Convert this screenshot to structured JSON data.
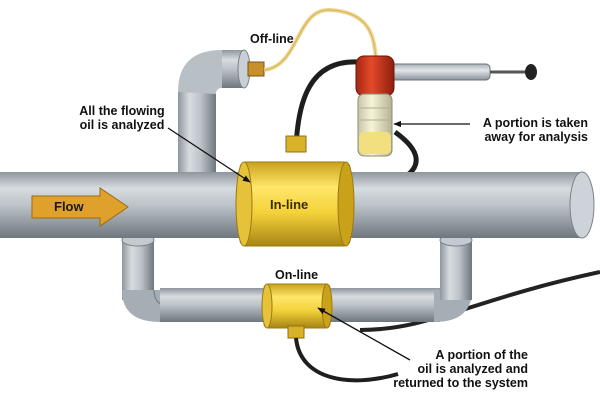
{
  "diagram": {
    "labels": {
      "offline": "Off-line",
      "all_flowing_line1": "All the flowing",
      "all_flowing_line2": "oil is analyzed",
      "portion_taken_line1": "A portion is taken",
      "portion_taken_line2": "away for analysis",
      "flow": "Flow",
      "inline": "In-line",
      "online": "On-line",
      "portion_returned_line1": "A portion of the",
      "portion_returned_line2": "oil is analyzed and",
      "portion_returned_line3": "returned to the system"
    },
    "colors": {
      "pipe": "#b9c0c6",
      "pipe_dark": "#7f878e",
      "analyzer": "#f4d23a",
      "analyzer_dark": "#c9a21a",
      "flow_arrow": "#e0a12c",
      "hose": "#1c1c1c",
      "tube": "#f1d98a",
      "cap": "#d63a1e"
    }
  }
}
